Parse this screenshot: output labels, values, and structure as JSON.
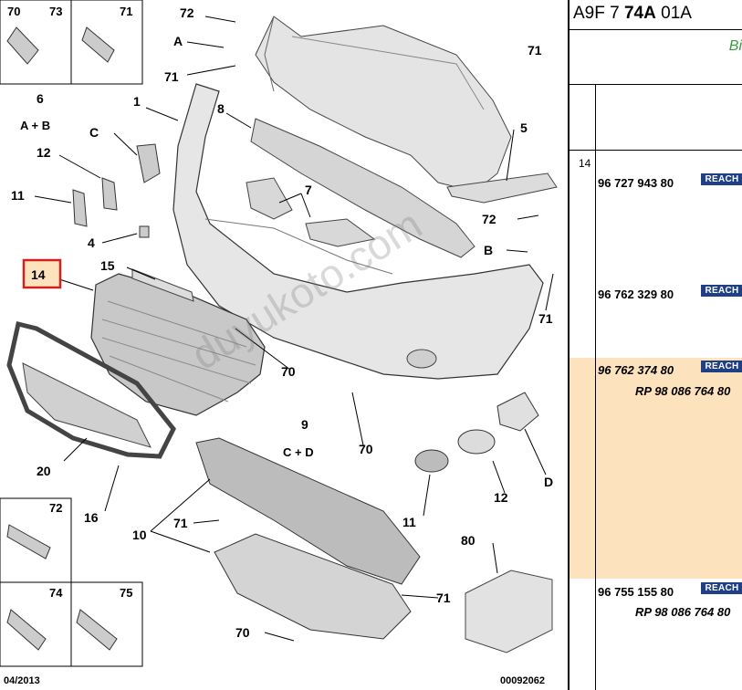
{
  "header": {
    "code_prefix": "A9F 7 ",
    "code_bold": "74A",
    "code_suffix": " 01A",
    "subtitle": "Bi"
  },
  "position": "14",
  "parts": [
    {
      "pn": "96 727 943 80",
      "reach": "REACH"
    },
    {
      "pn": "96 762 329 80",
      "reach": "REACH"
    },
    {
      "pn": "96 762 374 80",
      "reach": "REACH",
      "replacement": "RP 98 086 764 80"
    },
    {
      "pn": "96 755 155 80",
      "reach": "REACH",
      "replacement": "RP 98 086 764 80"
    }
  ],
  "diagram": {
    "labels": {
      "l1": "1",
      "l4": "4",
      "l5": "5",
      "l6": "6",
      "l6sub": "A + B",
      "l7": "7",
      "l8": "8",
      "l9": "9",
      "l9sub": "C + D",
      "l10": "10",
      "l11a": "11",
      "l11b": "11",
      "l12a": "12",
      "l12b": "12",
      "l14": "14",
      "l15": "15",
      "l16": "16",
      "l20": "20",
      "l70a": "70",
      "l70b": "70",
      "l70c": "70",
      "l70d": "70",
      "l71a": "71",
      "l71b": "71",
      "l71c": "71",
      "l71d": "71",
      "l71e": "71",
      "l72a": "72",
      "l72b": "72",
      "l73": "73",
      "l74": "74",
      "l75": "75",
      "l80": "80",
      "lA": "A",
      "lB": "B",
      "lC": "C",
      "lD": "D",
      "b70": "70",
      "b73": "73",
      "b71": "71",
      "b72": "72",
      "b74": "74",
      "b75": "75"
    },
    "date": "04/2013",
    "ref": "00092062",
    "watermark": "duyukoto.com"
  },
  "colors": {
    "reach_bg": "#1f3f86",
    "highlight": "#fde3bd",
    "callout": "#d21f1f"
  }
}
